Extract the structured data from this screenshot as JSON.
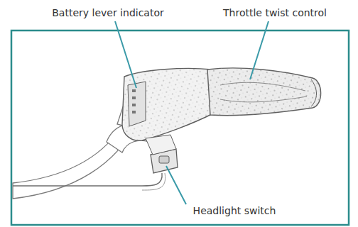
{
  "diagram": {
    "labels": [
      "Battery lever indicator",
      "Throttle twist control",
      "Headlight switch"
    ]
  }
}
